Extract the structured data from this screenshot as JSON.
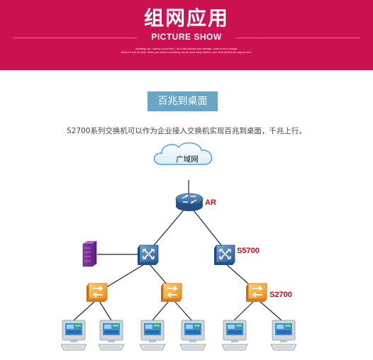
{
  "header": {
    "title": "组网应用",
    "subtitle": "PICTURE SHOW",
    "tagline_1": "Anything I do, I spend a lot of time. I do it with passion and intensity. I want to be in charge.",
    "tagline_2": "Believe it can be done. When you believe something can be done really believe, your mind will find the ways to do it.",
    "background_color": "#cc1150"
  },
  "section": {
    "tab_label": "百兆到桌面",
    "tab_color": "#68a6c4",
    "description": "S2700系列交换机可以作为企业接入交换机实现百兆到桌面，千兆上行。"
  },
  "diagram": {
    "wan_label": "广域网",
    "router_label": "AR",
    "aggregation_label": "S5700",
    "access_label": "S2700",
    "label_color": "#b01318",
    "icons": {
      "cloud": "wan-cloud-icon",
      "router": "router-icon",
      "core_switch": "layer3-switch-icon",
      "access_switch": "layer2-switch-icon",
      "server": "server-icon",
      "pc": "pc-icon"
    }
  }
}
